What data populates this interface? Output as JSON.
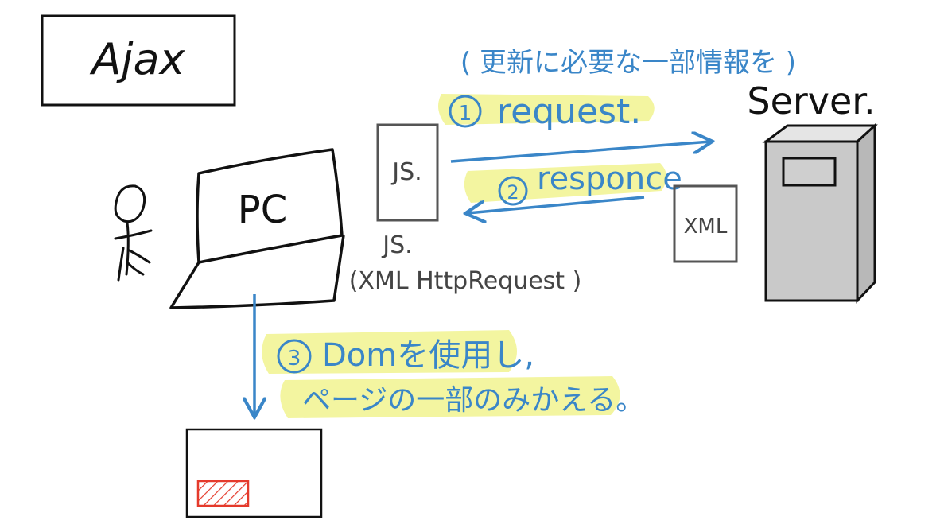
{
  "title": "Ajax",
  "note": "( 更新に必要な一部情報を )",
  "steps": [
    {
      "num": "1",
      "text": "request."
    },
    {
      "num": "2",
      "text": "responce"
    },
    {
      "num": "3",
      "text": "Domを使用し,"
    }
  ],
  "step3_line2": "ページの一部のみかえる。",
  "pc_label": "PC",
  "js_box_label": "JS.",
  "js_caption_1": "JS.",
  "js_caption_2": "(XML HttpRequest )",
  "xml_label": "XML",
  "server_label": "Server.",
  "colors": {
    "ink": "#111111",
    "blue": "#3a86c8",
    "highlight": "#f3f5a0",
    "red": "#e53a2b",
    "server_fill": "#c9c9c9"
  }
}
